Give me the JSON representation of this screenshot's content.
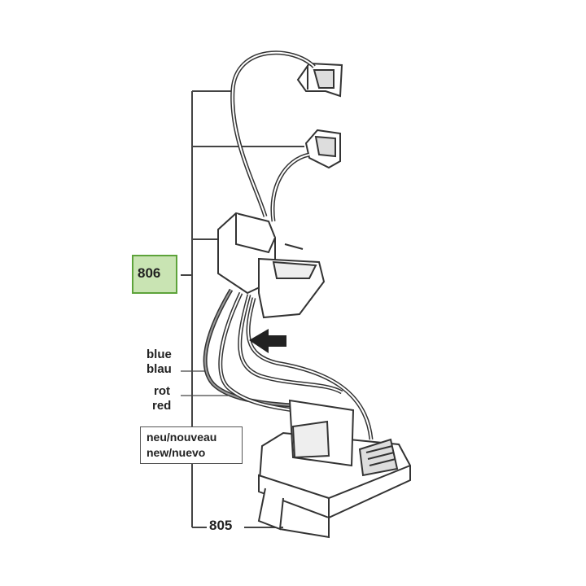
{
  "callouts": {
    "part_806": "806",
    "part_805": "805"
  },
  "wires": {
    "blue_en": "blue",
    "blue_de": "blau",
    "red_de": "rot",
    "red_en": "red"
  },
  "note": {
    "line1": "neu/nouveau",
    "line2": "new/nuevo"
  },
  "colors": {
    "highlight_fill": "#c9e4b3",
    "highlight_border": "#5da33a",
    "line_art": "#333333"
  }
}
